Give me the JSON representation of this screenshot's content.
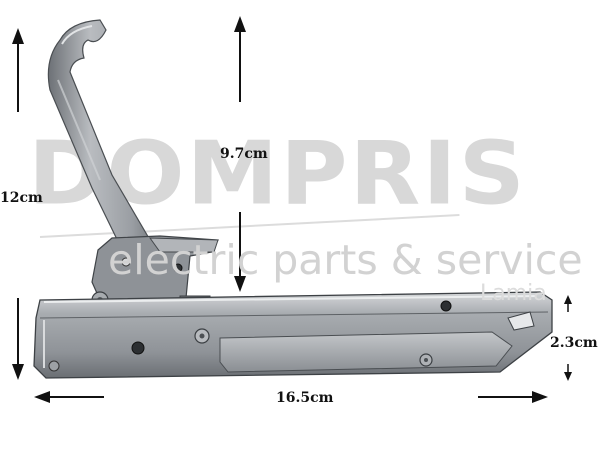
{
  "watermark": {
    "brand": "DOMPRIS",
    "tagline": "electric parts & service",
    "location": "Lamia"
  },
  "dimensions": {
    "height": "12cm",
    "arm_height": "9.7cm",
    "length": "16.5cm",
    "depth": "2.3cm"
  },
  "colors": {
    "background": "#ffffff",
    "watermark": "#d8d8d8",
    "metal": "#9a9ea3",
    "arrow": "#111111"
  }
}
